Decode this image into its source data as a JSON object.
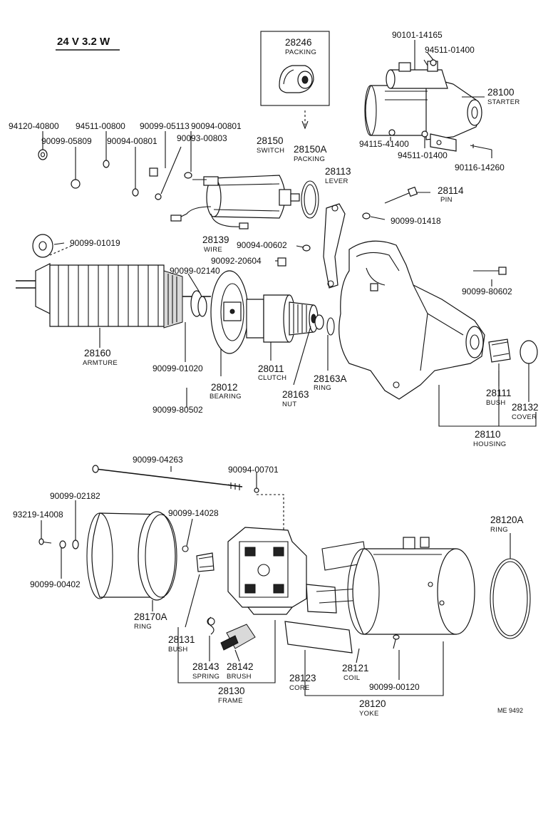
{
  "title": "24 V 3.2 W",
  "reference": "ME 9492",
  "parts": [
    {
      "id": "p28246",
      "number": "28246",
      "name": "PACKING"
    },
    {
      "id": "p90101_14165",
      "number": "90101-14165",
      "name": ""
    },
    {
      "id": "p94511_01400a",
      "number": "94511-01400",
      "name": ""
    },
    {
      "id": "p28100",
      "number": "28100",
      "name": "STARTER"
    },
    {
      "id": "p94120_40800",
      "number": "94120-40800",
      "name": ""
    },
    {
      "id": "p94511_00800",
      "number": "94511-00800",
      "name": ""
    },
    {
      "id": "p90099_05113",
      "number": "90099-05113",
      "name": ""
    },
    {
      "id": "p90094_00801a",
      "number": "90094-00801",
      "name": ""
    },
    {
      "id": "p90099_05809",
      "number": "90099-05809",
      "name": ""
    },
    {
      "id": "p90094_00801b",
      "number": "90094-00801",
      "name": ""
    },
    {
      "id": "p90093_00803",
      "number": "90093-00803",
      "name": ""
    },
    {
      "id": "p28150",
      "number": "28150",
      "name": "SWITCH"
    },
    {
      "id": "p28150A",
      "number": "28150A",
      "name": "PACKING"
    },
    {
      "id": "p28113",
      "number": "28113",
      "name": "LEVER"
    },
    {
      "id": "p94115_41400",
      "number": "94115-41400",
      "name": ""
    },
    {
      "id": "p94511_01400b",
      "number": "94511-01400",
      "name": ""
    },
    {
      "id": "p90116_14260",
      "number": "90116-14260",
      "name": ""
    },
    {
      "id": "p28114",
      "number": "28114",
      "name": "PIN"
    },
    {
      "id": "p90099_01418",
      "number": "90099-01418",
      "name": ""
    },
    {
      "id": "p90099_01019",
      "number": "90099-01019",
      "name": ""
    },
    {
      "id": "p28139",
      "number": "28139",
      "name": "WIRE"
    },
    {
      "id": "p90094_00602",
      "number": "90094-00602",
      "name": ""
    },
    {
      "id": "p90092_20604",
      "number": "90092-20604",
      "name": ""
    },
    {
      "id": "p90099_02140",
      "number": "90099-02140",
      "name": ""
    },
    {
      "id": "p90099_80602",
      "number": "90099-80602",
      "name": ""
    },
    {
      "id": "p28160",
      "number": "28160",
      "name": "ARMTURE"
    },
    {
      "id": "p90099_01020",
      "number": "90099-01020",
      "name": ""
    },
    {
      "id": "p28012",
      "number": "28012",
      "name": "BEARING"
    },
    {
      "id": "p28011",
      "number": "28011",
      "name": "CLUTCH"
    },
    {
      "id": "p28163A",
      "number": "28163A",
      "name": "RING"
    },
    {
      "id": "p28163",
      "number": "28163",
      "name": "NUT"
    },
    {
      "id": "p90099_80502",
      "number": "90099-80502",
      "name": ""
    },
    {
      "id": "p28111",
      "number": "28111",
      "name": "BUSH"
    },
    {
      "id": "p28132",
      "number": "28132",
      "name": "COVER"
    },
    {
      "id": "p28110",
      "number": "28110",
      "name": "HOUSING"
    },
    {
      "id": "p90099_04263",
      "number": "90099-04263",
      "name": ""
    },
    {
      "id": "p90094_00701",
      "number": "90094-00701",
      "name": ""
    },
    {
      "id": "p90099_02182",
      "number": "90099-02182",
      "name": ""
    },
    {
      "id": "p93219_14008",
      "number": "93219-14008",
      "name": ""
    },
    {
      "id": "p90099_14028",
      "number": "90099-14028",
      "name": ""
    },
    {
      "id": "p28120A",
      "number": "28120A",
      "name": "RING"
    },
    {
      "id": "p90099_00402",
      "number": "90099-00402",
      "name": ""
    },
    {
      "id": "p28170A",
      "number": "28170A",
      "name": "RING"
    },
    {
      "id": "p28131",
      "number": "28131",
      "name": "BUSH"
    },
    {
      "id": "p28143",
      "number": "28143",
      "name": "SPRING"
    },
    {
      "id": "p28142",
      "number": "28142",
      "name": "BRUSH"
    },
    {
      "id": "p28130",
      "number": "28130",
      "name": "FRAME"
    },
    {
      "id": "p28123",
      "number": "28123",
      "name": "CORE"
    },
    {
      "id": "p28121",
      "number": "28121",
      "name": "COIL"
    },
    {
      "id": "p90099_00120",
      "number": "90099-00120",
      "name": ""
    },
    {
      "id": "p28120",
      "number": "28120",
      "name": "YOKE"
    }
  ]
}
